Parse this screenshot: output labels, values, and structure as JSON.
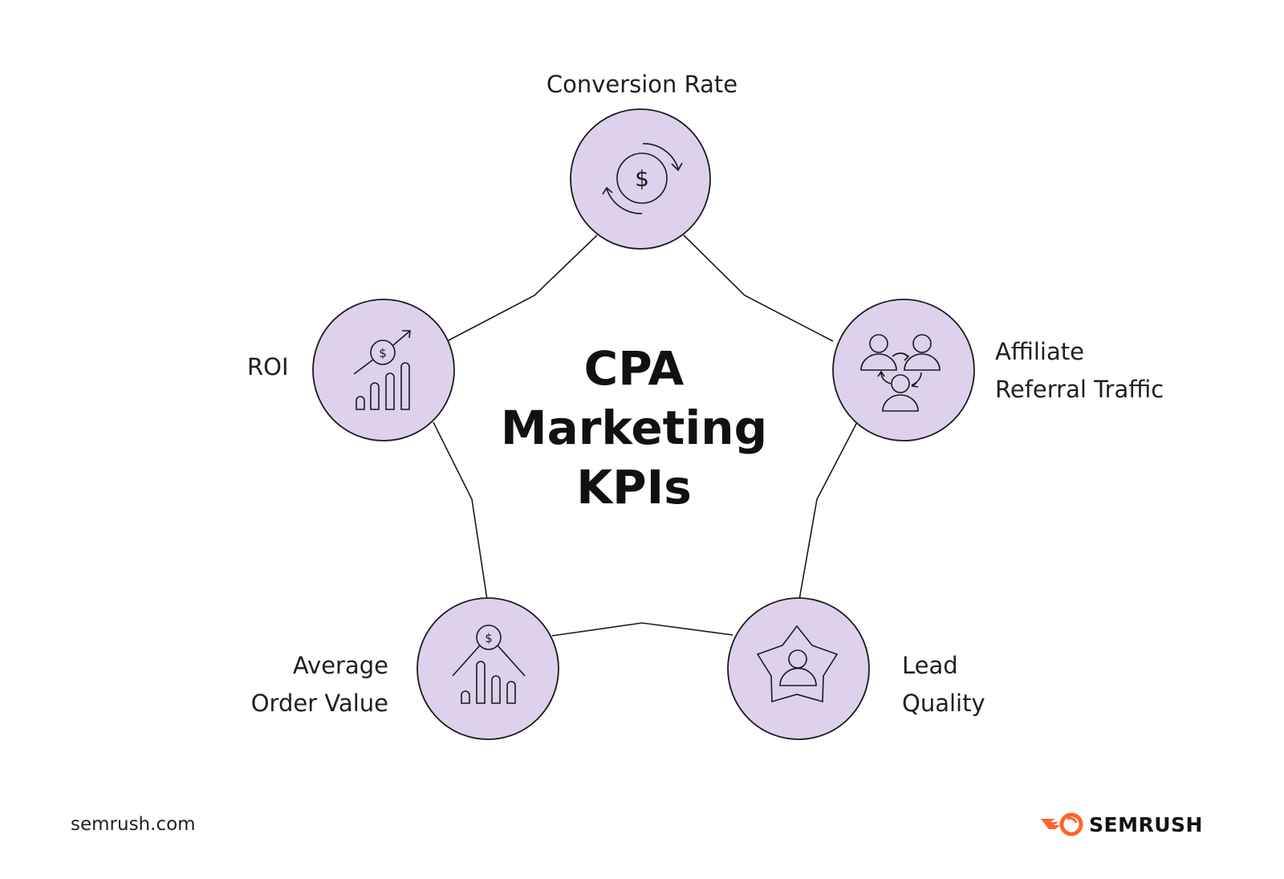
{
  "title": {
    "lines": [
      "CPA",
      "Marketing",
      "KPIs"
    ]
  },
  "nodes": [
    {
      "id": "conversion-rate",
      "lines": [
        "Conversion Rate"
      ],
      "icon": "dollar-cycle-icon"
    },
    {
      "id": "affiliate-referral-traffic",
      "lines": [
        "Affiliate",
        "Referral Traffic"
      ],
      "icon": "people-referral-icon"
    },
    {
      "id": "lead-quality",
      "lines": [
        "Lead",
        "Quality"
      ],
      "icon": "star-person-icon"
    },
    {
      "id": "average-order-value",
      "lines": [
        "Average",
        "Order Value"
      ],
      "icon": "dollar-bar-chart-icon"
    },
    {
      "id": "roi",
      "lines": [
        "ROI"
      ],
      "icon": "growth-chart-dollar-icon"
    }
  ],
  "colors": {
    "node_fill": "#ddd1ec",
    "stroke": "#1a1a1a",
    "brand_orange": "#ff642d"
  },
  "footer": {
    "url": "semrush.com",
    "brand": "SEMRUSH"
  }
}
